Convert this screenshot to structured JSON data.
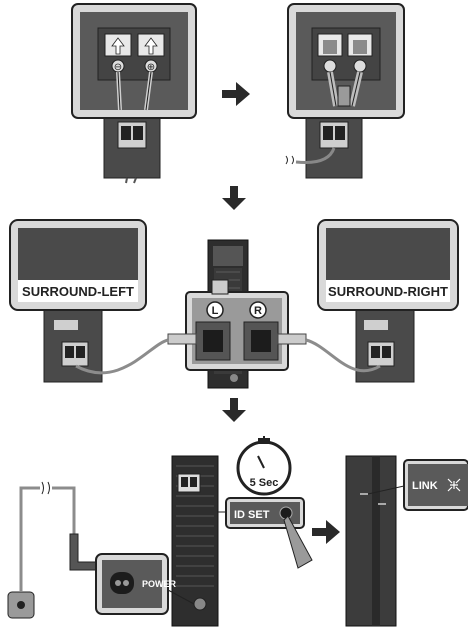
{
  "labels": {
    "surround_left": "SURROUND-LEFT",
    "surround_right": "SURROUND-RIGHT",
    "terminal_left": "L",
    "terminal_right": "R",
    "power": "POWER",
    "id_set": "ID SET",
    "timer": "5 Sec",
    "link": "LINK",
    "polarity_minus": "⊖",
    "polarity_plus": "⊕"
  },
  "colors": {
    "panel_dark": "#3c3c3c",
    "panel_mid": "#666666",
    "panel_light": "#9a9a9a",
    "frame": "#d9d9d9",
    "cable": "#8c8c8c",
    "arrow": "#2a2a2a",
    "led": "#cfcfcf"
  },
  "icons": {
    "flow_arrow": "arrow-right-icon",
    "flow_down": "arrow-down-icon",
    "timer": "stopwatch-icon",
    "plug": "power-plug-icon",
    "led": "led-burst-icon",
    "pen": "pen-tip-icon"
  }
}
